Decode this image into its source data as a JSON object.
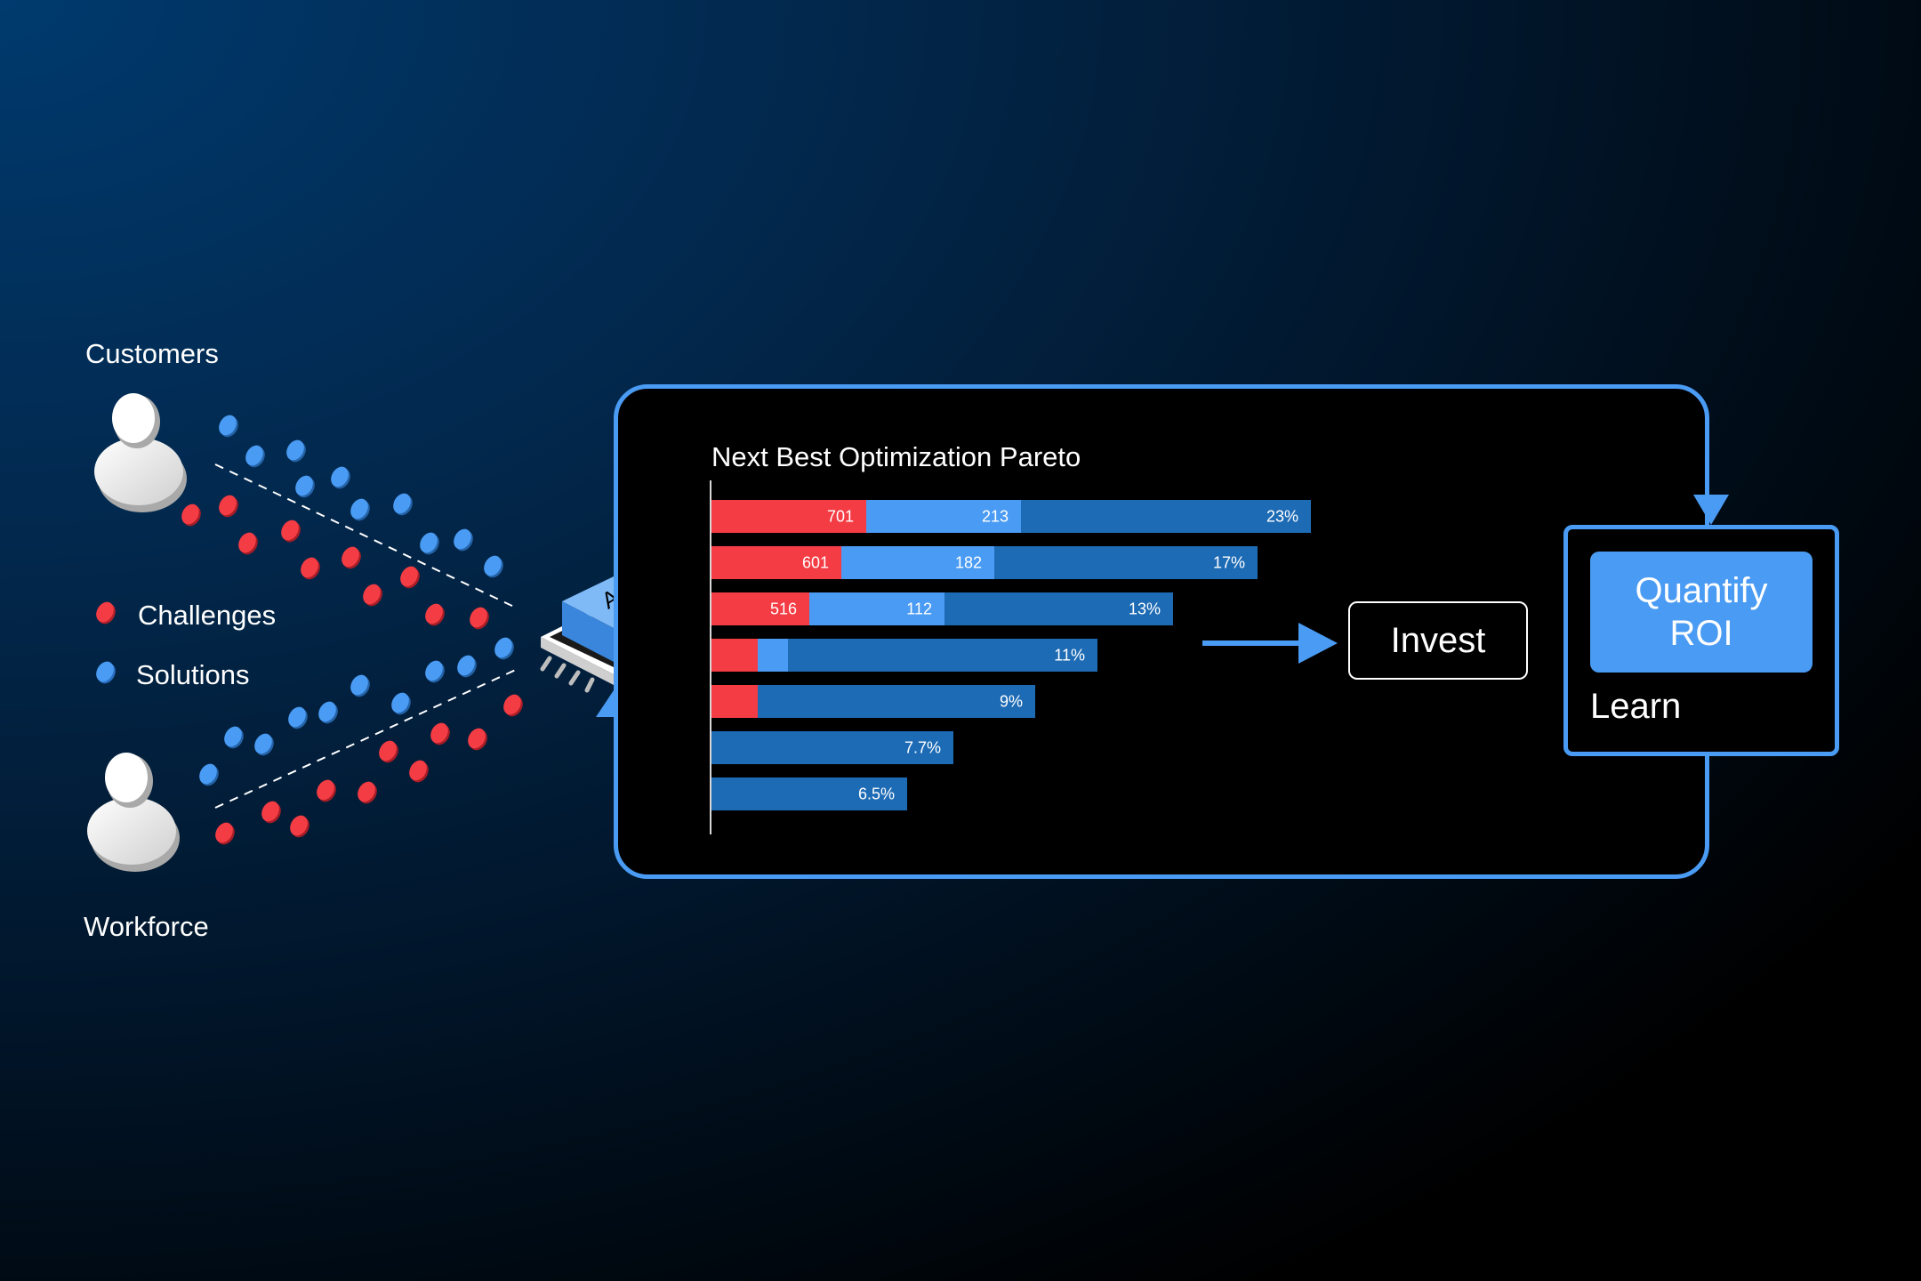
{
  "actors": {
    "customers_label": "Customers",
    "workforce_label": "Workforce"
  },
  "legend": {
    "challenges_label": "Challenges",
    "solutions_label": "Solutions",
    "challenges_color": "#f43c44",
    "solutions_color": "#4a9bf3"
  },
  "chip": {
    "label": "AI"
  },
  "chart_data": {
    "type": "bar",
    "title": "Next Best Optimization Pareto",
    "orientation": "horizontal-stacked",
    "bars": [
      {
        "challenge": "701",
        "solution": "213",
        "share": "23%",
        "share_value": 23
      },
      {
        "challenge": "601",
        "solution": "182",
        "share": "17%",
        "share_value": 17
      },
      {
        "challenge": "516",
        "solution": "112",
        "share": "13%",
        "share_value": 13
      },
      {
        "challenge": "",
        "solution": "",
        "share": "11%",
        "share_value": 11
      },
      {
        "challenge": "",
        "solution": "",
        "share": "9%",
        "share_value": 9
      },
      {
        "challenge": "",
        "solution": "",
        "share": "7.7%",
        "share_value": 7.7
      },
      {
        "challenge": "",
        "solution": "",
        "share": "6.5%",
        "share_value": 6.5
      }
    ],
    "colors": {
      "challenge": "#f43c44",
      "solution": "#4a9bf3",
      "share": "#1e6bb5"
    }
  },
  "flow": {
    "invest_label": "Invest",
    "quantify_line1": "Quantify",
    "quantify_line2": "ROI",
    "learn_label": "Learn",
    "accent_color": "#4a9bf3"
  }
}
